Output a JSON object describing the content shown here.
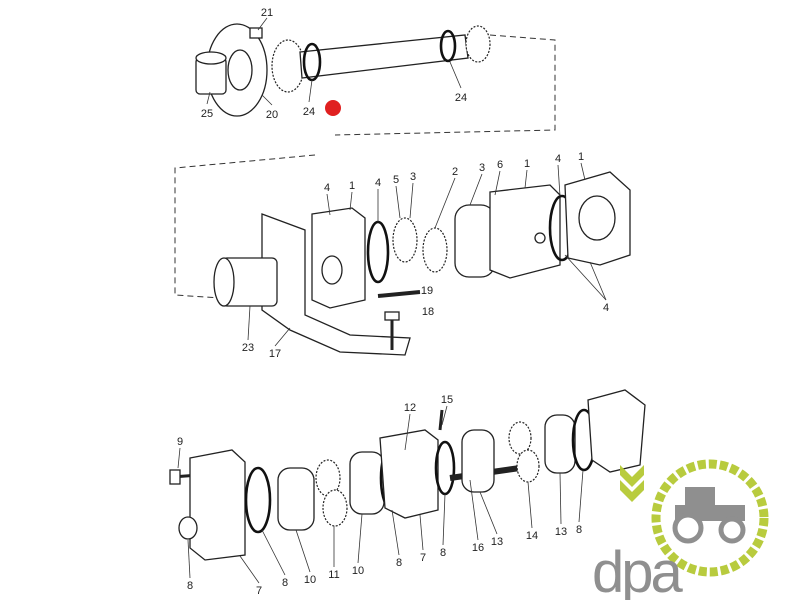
{
  "diagram": {
    "top_section": {
      "labels": [
        "21",
        "25",
        "20",
        "24",
        "24"
      ],
      "marker_color": "#e02020"
    },
    "middle_section": {
      "labels": [
        "4",
        "1",
        "4",
        "5",
        "3",
        "2",
        "3",
        "6",
        "1",
        "4",
        "1",
        "19",
        "18",
        "23",
        "17",
        "4"
      ]
    },
    "bottom_section": {
      "labels": [
        "12",
        "15",
        "9",
        "8",
        "7",
        "8",
        "10",
        "11",
        "10",
        "8",
        "7",
        "8",
        "16",
        "13",
        "14",
        "13",
        "8"
      ]
    }
  },
  "watermark": {
    "text": "dpa",
    "accent_color": "#b5c934",
    "text_color": "#8a8a8a"
  }
}
